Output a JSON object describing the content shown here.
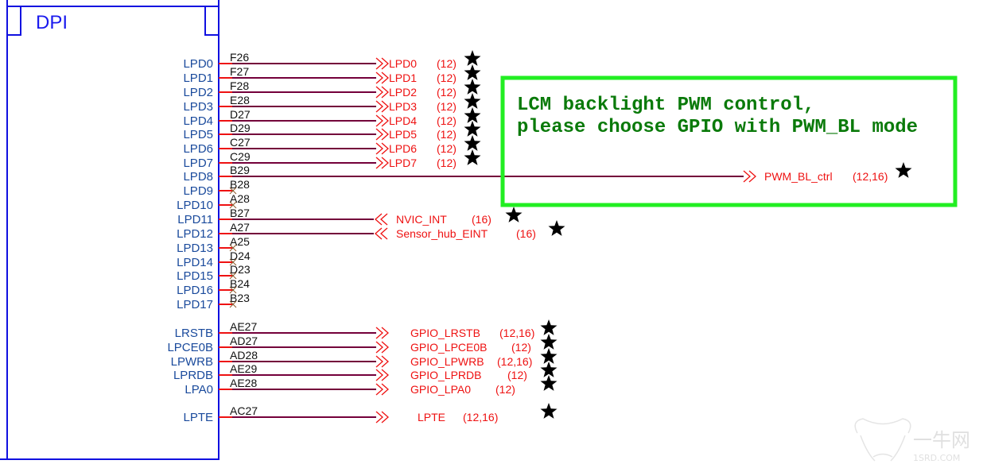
{
  "component": {
    "title": "DPI",
    "pins": [
      {
        "pin": "LPD0",
        "ball": "F26",
        "net": "LPD0",
        "sheet": "(12)",
        "connected": true,
        "starred": true
      },
      {
        "pin": "LPD1",
        "ball": "F27",
        "net": "LPD1",
        "sheet": "(12)",
        "connected": true,
        "starred": true
      },
      {
        "pin": "LPD2",
        "ball": "F28",
        "net": "LPD2",
        "sheet": "(12)",
        "connected": true,
        "starred": true
      },
      {
        "pin": "LPD3",
        "ball": "E28",
        "net": "LPD3",
        "sheet": "(12)",
        "connected": true,
        "starred": true
      },
      {
        "pin": "LPD4",
        "ball": "D27",
        "net": "LPD4",
        "sheet": "(12)",
        "connected": true,
        "starred": true
      },
      {
        "pin": "LPD5",
        "ball": "D29",
        "net": "LPD5",
        "sheet": "(12)",
        "connected": true,
        "starred": true
      },
      {
        "pin": "LPD6",
        "ball": "C27",
        "net": "LPD6",
        "sheet": "(12)",
        "connected": true,
        "starred": true
      },
      {
        "pin": "LPD7",
        "ball": "C29",
        "net": "LPD7",
        "sheet": "(12)",
        "connected": true,
        "starred": true
      },
      {
        "pin": "LPD8",
        "ball": "B29",
        "net": "PWM_BL_ctrl",
        "sheet": "(12,16)",
        "connected": true,
        "starred": true
      },
      {
        "pin": "LPD9",
        "ball": "B28",
        "connected": false
      },
      {
        "pin": "LPD10",
        "ball": "A28",
        "connected": false
      },
      {
        "pin": "LPD11",
        "ball": "B27",
        "net": "NVIC_INT",
        "sheet": "(16)",
        "connected": true,
        "starred": true
      },
      {
        "pin": "LPD12",
        "ball": "A27",
        "net": "Sensor_hub_EINT",
        "sheet": "(16)",
        "connected": true,
        "starred": true
      },
      {
        "pin": "LPD13",
        "ball": "A25",
        "connected": false
      },
      {
        "pin": "LPD14",
        "ball": "D24",
        "connected": false
      },
      {
        "pin": "LPD15",
        "ball": "D23",
        "connected": false
      },
      {
        "pin": "LPD16",
        "ball": "B24",
        "connected": false
      },
      {
        "pin": "LPD17",
        "ball": "B23",
        "connected": false
      },
      {
        "pin": "LRSTB",
        "ball": "AE27",
        "net": "GPIO_LRSTB",
        "sheet": "(12,16)",
        "connected": true,
        "starred": true
      },
      {
        "pin": "LPCE0B",
        "ball": "AD27",
        "net": "GPIO_LPCE0B",
        "sheet": "(12)",
        "connected": true,
        "starred": true
      },
      {
        "pin": "LPWRB",
        "ball": "AD28",
        "net": "GPIO_LPWRB",
        "sheet": "(12,16)",
        "connected": true,
        "starred": true
      },
      {
        "pin": "LPRDB",
        "ball": "AE29",
        "net": "GPIO_LPRDB",
        "sheet": "(12)",
        "connected": true,
        "starred": true
      },
      {
        "pin": "LPA0",
        "ball": "AE28",
        "net": "GPIO_LPA0",
        "sheet": "(12)",
        "connected": true,
        "starred": true
      },
      {
        "pin": "LPTE",
        "ball": "AC27",
        "net": "LPTE",
        "sheet": "(12,16)",
        "connected": true,
        "starred": true
      }
    ]
  },
  "note": {
    "line1": "LCM backlight PWM control,",
    "line2": "please choose GPIO with PWM_BL mode"
  },
  "watermark": {
    "brand": "一牛网",
    "site": "1SRD.COM"
  },
  "colors": {
    "symbol_outline": "#1010e0",
    "pin_stub": "#ee1111",
    "wire": "#74003a",
    "net_label": "#ee1111",
    "note_box": "#22ee22",
    "note_text": "#0a7a0a",
    "no_connect": "#8a5a2a",
    "star": "#000000"
  }
}
